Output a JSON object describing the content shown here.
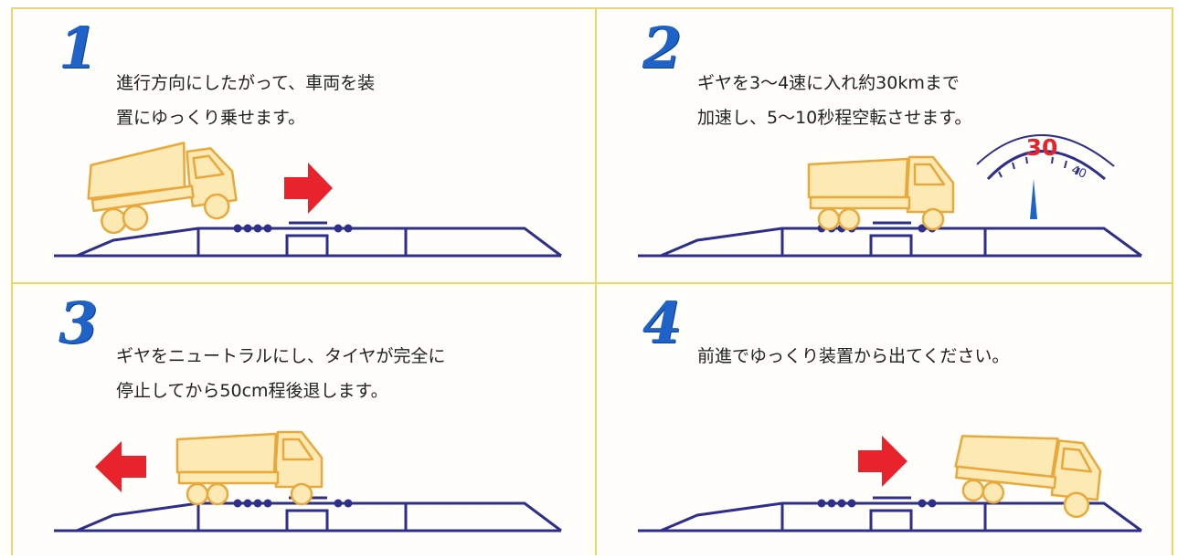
{
  "steps": [
    {
      "number": "1",
      "lines": [
        "進行方向にしたがって、車両を装",
        "置にゆっくり乗せます。"
      ]
    },
    {
      "number": "2",
      "lines": [
        "ギヤを3～4速に入れ約30kmまで",
        "加速し、5～10秒程空転させます。"
      ]
    },
    {
      "number": "3",
      "lines": [
        "ギヤをニュートラルにし、タイヤが完全に",
        "停止してから50cm程後退します。"
      ]
    },
    {
      "number": "4",
      "lines": [
        "前進でゆっくり装置から出てください。"
      ]
    }
  ],
  "speedometer": {
    "highlight": "30",
    "next": "40"
  },
  "colors": {
    "panel_border": "#f1d56b",
    "number_blue": "#1f63c8",
    "track_navy": "#2e2f8c",
    "truck_fill": "#fde9b4",
    "truck_outline": "#e8a93a",
    "arrow_red": "#e8232b"
  },
  "icons": {
    "arrow": "red-direction-arrow",
    "truck": "dump-truck"
  }
}
